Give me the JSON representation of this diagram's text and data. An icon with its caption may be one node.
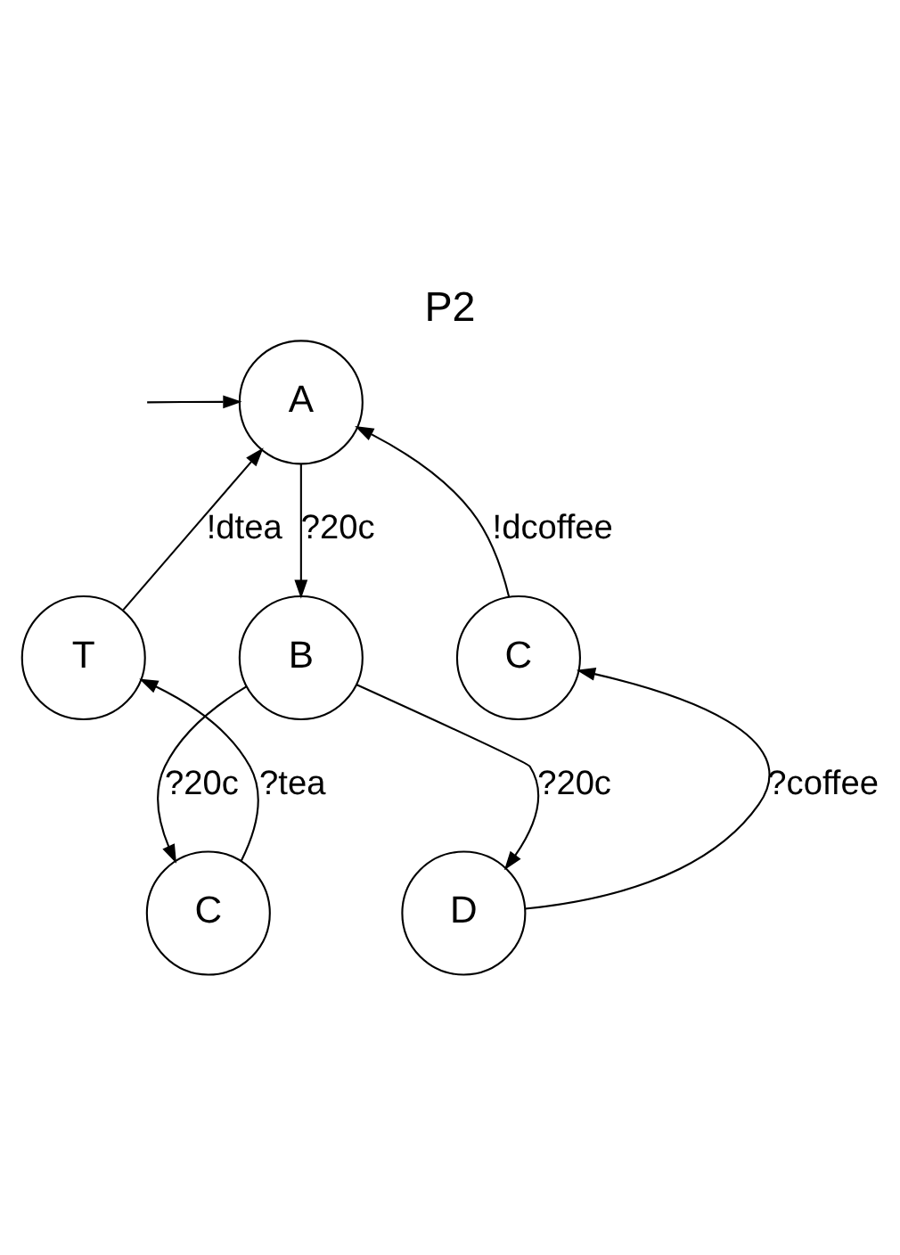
{
  "diagram": {
    "title": "P2",
    "nodes": [
      {
        "text": [
          "A"
        ]
      },
      {
        "text": [
          "T"
        ]
      },
      {
        "text": [
          "B"
        ]
      },
      {
        "text": [
          "C"
        ]
      },
      {
        "text": [
          "C"
        ]
      },
      {
        "text": [
          "D"
        ]
      }
    ],
    "edges": [
      {
        "from": null,
        "to": 0,
        "arrow": "to"
      },
      {
        "from": 1,
        "to": 0,
        "arrow": "to",
        "label": "!dtea"
      },
      {
        "from": 0,
        "to": 2,
        "arrow": "to",
        "label": "?20c"
      },
      {
        "from": 3,
        "to": 0,
        "arrow": "to",
        "label": "!dcoffee"
      },
      {
        "from": 2,
        "to": 4,
        "arrow": "to",
        "label": "?20c"
      },
      {
        "from": 2,
        "to": 5,
        "arrow": "to",
        "label": "?20c"
      },
      {
        "from": 4,
        "to": 1,
        "arrow": "to",
        "label": "?tea"
      },
      {
        "from": 5,
        "to": 3,
        "arrow": "to",
        "label": "?coffee"
      }
    ]
  }
}
